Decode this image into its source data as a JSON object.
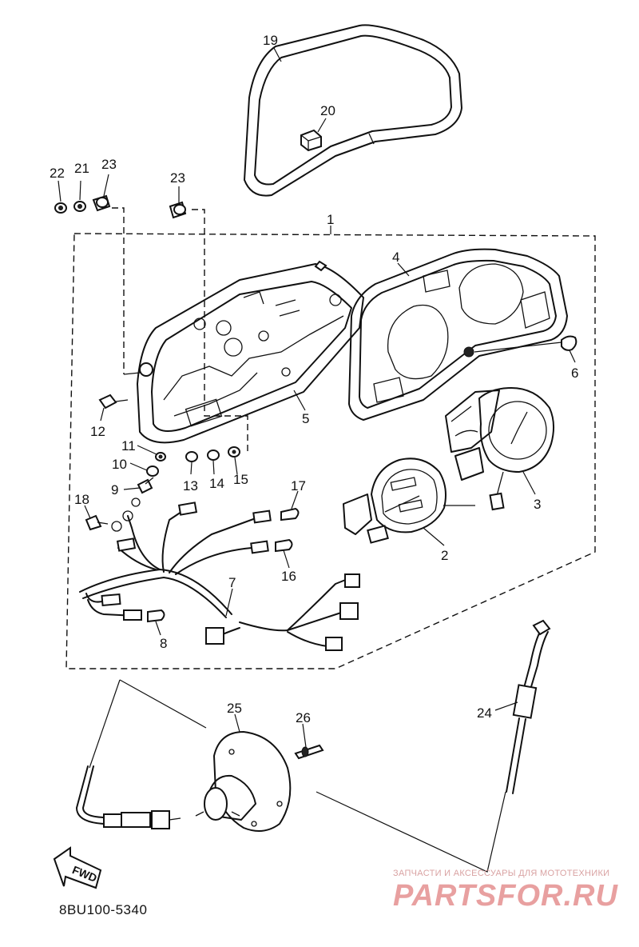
{
  "diagram_code": "8BU100-5340",
  "fwd_label": "FWD",
  "watermark": {
    "caption": "ЗАПЧАСТИ И АКСЕССУАРЫ ДЛЯ МОТОТЕХНИКИ",
    "brand": "PARTSFOR.RU"
  },
  "parts": [
    {
      "id": "p19",
      "label": "19"
    },
    {
      "id": "p20",
      "label": "20"
    },
    {
      "id": "p22",
      "label": "22"
    },
    {
      "id": "p21",
      "label": "21"
    },
    {
      "id": "p23a",
      "label": "23"
    },
    {
      "id": "p23b",
      "label": "23"
    },
    {
      "id": "p1",
      "label": "1"
    },
    {
      "id": "p4",
      "label": "4"
    },
    {
      "id": "p6",
      "label": "6"
    },
    {
      "id": "p5",
      "label": "5"
    },
    {
      "id": "p12",
      "label": "12"
    },
    {
      "id": "p11",
      "label": "11"
    },
    {
      "id": "p10",
      "label": "10"
    },
    {
      "id": "p9",
      "label": "9"
    },
    {
      "id": "p13",
      "label": "13"
    },
    {
      "id": "p14",
      "label": "14"
    },
    {
      "id": "p15",
      "label": "15"
    },
    {
      "id": "p3",
      "label": "3"
    },
    {
      "id": "p17",
      "label": "17"
    },
    {
      "id": "p18",
      "label": "18"
    },
    {
      "id": "p2",
      "label": "2"
    },
    {
      "id": "p16",
      "label": "16"
    },
    {
      "id": "p7",
      "label": "7"
    },
    {
      "id": "p8",
      "label": "8"
    },
    {
      "id": "p25",
      "label": "25"
    },
    {
      "id": "p26",
      "label": "26"
    },
    {
      "id": "p24",
      "label": "24"
    }
  ]
}
